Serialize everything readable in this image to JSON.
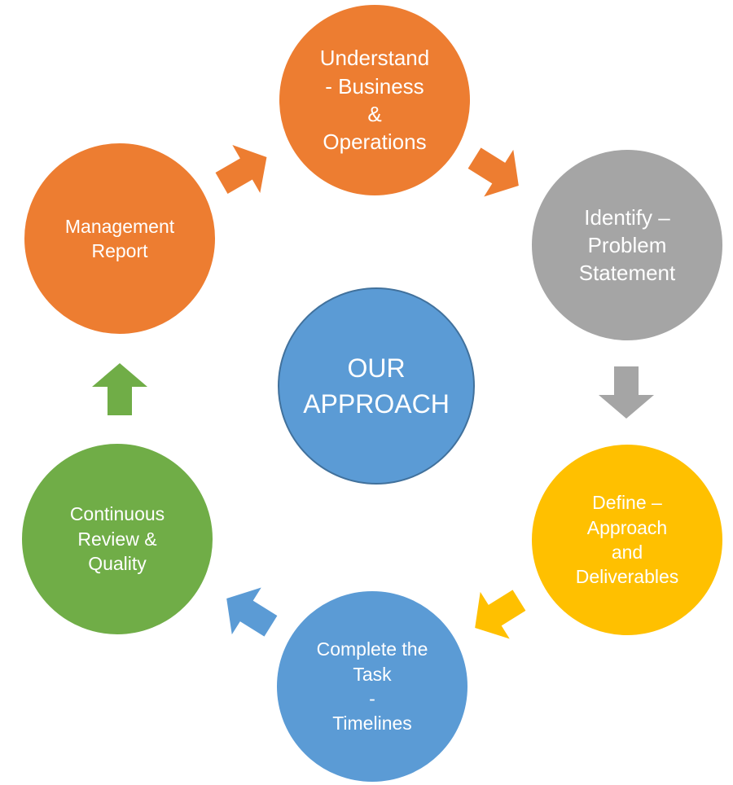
{
  "diagram": {
    "center": {
      "label": "OUR\nAPPROACH",
      "color": "#5b9bd5"
    },
    "steps": [
      {
        "label": "Understand\n- Business\n&\nOperations",
        "color": "#ed7d31"
      },
      {
        "label": "Identify –\nProblem\nStatement",
        "color": "#a5a5a5"
      },
      {
        "label": "Define –\nApproach\nand\nDeliverables",
        "color": "#ffc000"
      },
      {
        "label": "Complete the\nTask\n-\nTimelines",
        "color": "#5b9bd5"
      },
      {
        "label": "Continuous\nReview &\nQuality",
        "color": "#70ad47"
      },
      {
        "label": "Management\nReport",
        "color": "#ed7d31"
      }
    ],
    "arrow_colors": [
      "#ed7d31",
      "#a5a5a5",
      "#ffc000",
      "#5b9bd5",
      "#70ad47",
      "#ed7d31"
    ]
  }
}
